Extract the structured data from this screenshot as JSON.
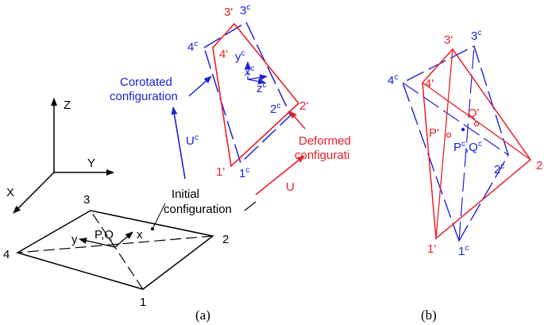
{
  "colors": {
    "red": "#e8202a",
    "blue": "#1c22d6",
    "black": "#000000"
  },
  "axes": {
    "z": "Z",
    "y": "Y",
    "x": "X"
  },
  "initial": {
    "node1": "1",
    "node2": "2",
    "node3": "3",
    "node4": "4",
    "point": "P,Q",
    "local_x": "x",
    "local_y": "y",
    "label_line1": "Initial",
    "label_line2": "configuration"
  },
  "corotated": {
    "label_line1": "Corotated",
    "label_line2": "configuration",
    "node_main": "1",
    "node_sup": "c",
    "n1": "1",
    "n2": "2",
    "n3": "3",
    "n4": "4",
    "sup": "c",
    "y_main": "y",
    "x_main": "x",
    "z_main": "z",
    "u_main": "U",
    "u_sup": "c"
  },
  "deformed": {
    "label_line1": "Deformed",
    "label_line2": "configurati",
    "n1": "1'",
    "n2": "2'",
    "n3": "3'",
    "n4": "4'",
    "u": "U"
  },
  "panel_b": {
    "n1p": "1'",
    "n1c_main": "1",
    "n2c_main": "2",
    "n2": "2",
    "n3p": "3'",
    "n3c_main": "3",
    "n4c_main": "4",
    "n4p": "4'",
    "sup": "c",
    "pprime": "P'",
    "qprime": "Q'",
    "pq_main": "P",
    "pq_sep": ",Q"
  },
  "captions": {
    "a": "(a)",
    "b": "(b)"
  }
}
